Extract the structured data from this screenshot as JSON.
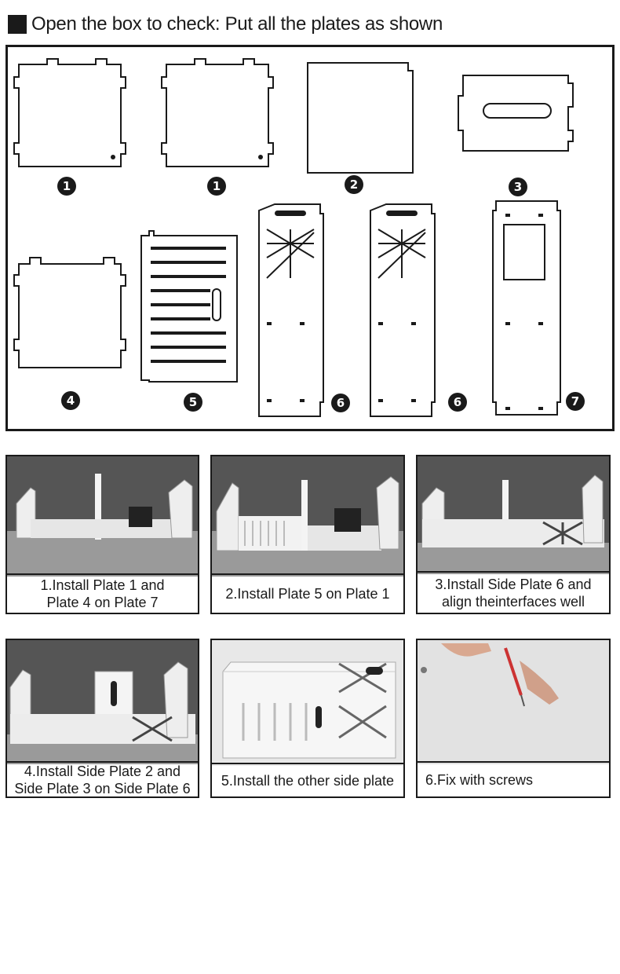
{
  "header": {
    "title": "Open the box to check: Put all the plates as shown"
  },
  "plates": {
    "labels": [
      "1",
      "1",
      "2",
      "3",
      "4",
      "5",
      "6",
      "6",
      "7"
    ]
  },
  "steps": [
    {
      "caption": "1.Install Plate 1 and\n Plate 4 on Plate 7"
    },
    {
      "caption": "2.Install Plate 5 on Plate 1"
    },
    {
      "caption": "3.Install Side Plate 6 and\nalign theinterfaces well"
    },
    {
      "caption": "4.Install Side Plate 2 and\nSide Plate 3 on Side Plate 6"
    },
    {
      "caption": "5.Install the other side plate"
    },
    {
      "caption": "6.Fix with screws"
    }
  ],
  "colors": {
    "border": "#1a1a1a",
    "photo_bg": "#4a4a4a",
    "plate_fill": "#f2f2f2"
  }
}
